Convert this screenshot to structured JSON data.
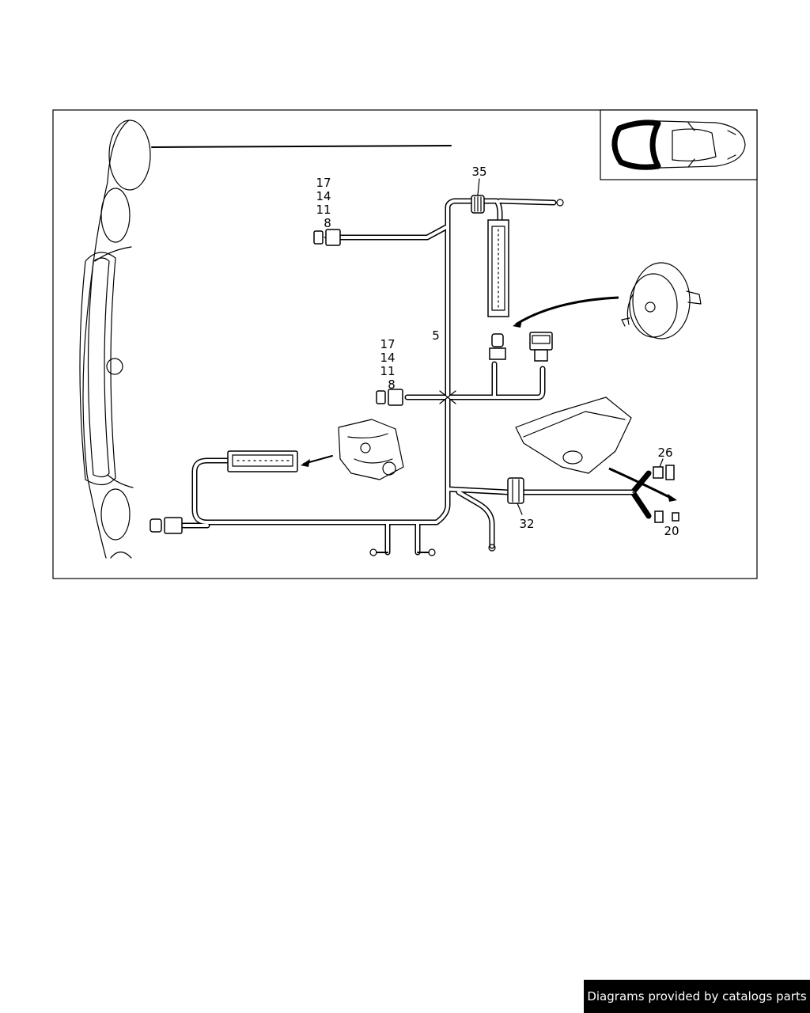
{
  "diagram": {
    "callouts": {
      "top_group": [
        "17",
        "14",
        "11",
        "8"
      ],
      "mid_group": [
        "17",
        "14",
        "11",
        "8"
      ],
      "part_35": "35",
      "part_5": "5",
      "part_26": "26",
      "part_32": "32",
      "part_20": "20"
    }
  },
  "footer": {
    "credit": "Diagrams provided by catalogs parts"
  },
  "colors": {
    "line": "#000000",
    "background": "#ffffff",
    "banner_bg": "#000000",
    "banner_text": "#ffffff"
  }
}
